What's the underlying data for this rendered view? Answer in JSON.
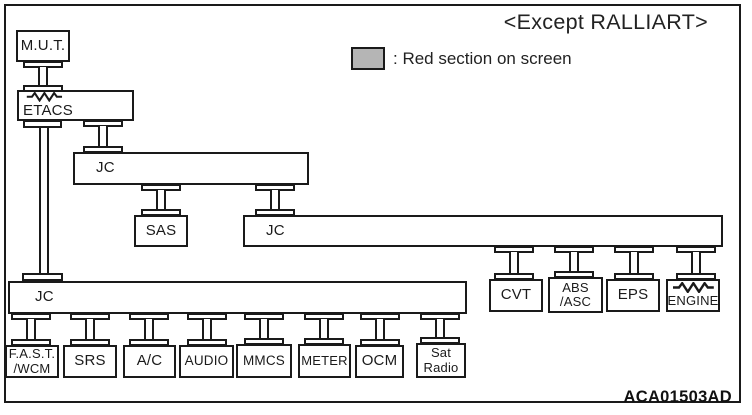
{
  "title": "<Except RALLIART>",
  "legend": {
    "label": ": Red section on screen",
    "swatch_color": "#b5b5b5"
  },
  "footer_code": "ACA01503AD",
  "colors": {
    "line": "#1a1a1a",
    "background": "#ffffff"
  },
  "icons": {
    "etacs_symbol": "resistor-squiggle-icon",
    "engine_symbol": "resistor-squiggle-icon"
  },
  "nodes": {
    "mut": {
      "label": "M.U.T."
    },
    "etacs": {
      "label": "ETACS"
    },
    "jc1": {
      "label": "JC"
    },
    "sas": {
      "label": "SAS"
    },
    "jc2": {
      "label": "JC"
    },
    "cvt": {
      "label": "CVT"
    },
    "abs_asc": {
      "label_line1": "ABS",
      "label_line2": "/ASC"
    },
    "eps": {
      "label": "EPS"
    },
    "engine": {
      "label": "ENGINE"
    },
    "jc3": {
      "label": "JC"
    },
    "fast_wcm": {
      "label_line1": "F.A.S.T.",
      "label_line2": "/WCM"
    },
    "srs": {
      "label": "SRS"
    },
    "ac": {
      "label": "A/C"
    },
    "audio": {
      "label": "AUDIO"
    },
    "mmcs": {
      "label": "MMCS"
    },
    "meter": {
      "label": "METER"
    },
    "ocm": {
      "label": "OCM"
    },
    "sat_radio": {
      "label_line1": "Sat",
      "label_line2": "Radio"
    }
  }
}
